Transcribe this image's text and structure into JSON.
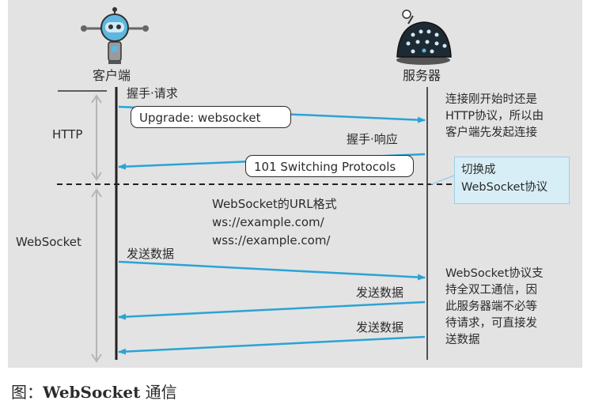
{
  "actors": {
    "client": "客户端",
    "server": "服务器"
  },
  "phases": {
    "http": "HTTP",
    "websocket": "WebSocket"
  },
  "messages": {
    "handshake_request_label": "握手·请求",
    "upgrade_box": "Upgrade: websocket",
    "handshake_response_label": "握手·响应",
    "switching_box": "101 Switching Protocols",
    "send1": "发送数据",
    "send2": "发送数据",
    "send3": "发送数据"
  },
  "url_format": {
    "title": "WebSocket的URL格式",
    "line1": "ws://example.com/",
    "line2": "wss://example.com/"
  },
  "notes": {
    "connect": [
      "连接刚开始时还是",
      "HTTP协议，所以由",
      "客户端先发起连接"
    ],
    "switch": [
      "切换成",
      "WebSocket协议"
    ],
    "duplex": [
      "WebSocket协议支",
      "持全双工通信，因",
      "此服务器端不必等",
      "待请求，可直接发",
      "送数据"
    ]
  },
  "caption": {
    "prefix": "图：",
    "bold": "WebSocket",
    "suffix": " 通信"
  },
  "colors": {
    "arrow": "#2aa3d6",
    "note_fill": "#d8eef7",
    "note_border": "#9bd0ea",
    "background": "#e3e3e3"
  }
}
